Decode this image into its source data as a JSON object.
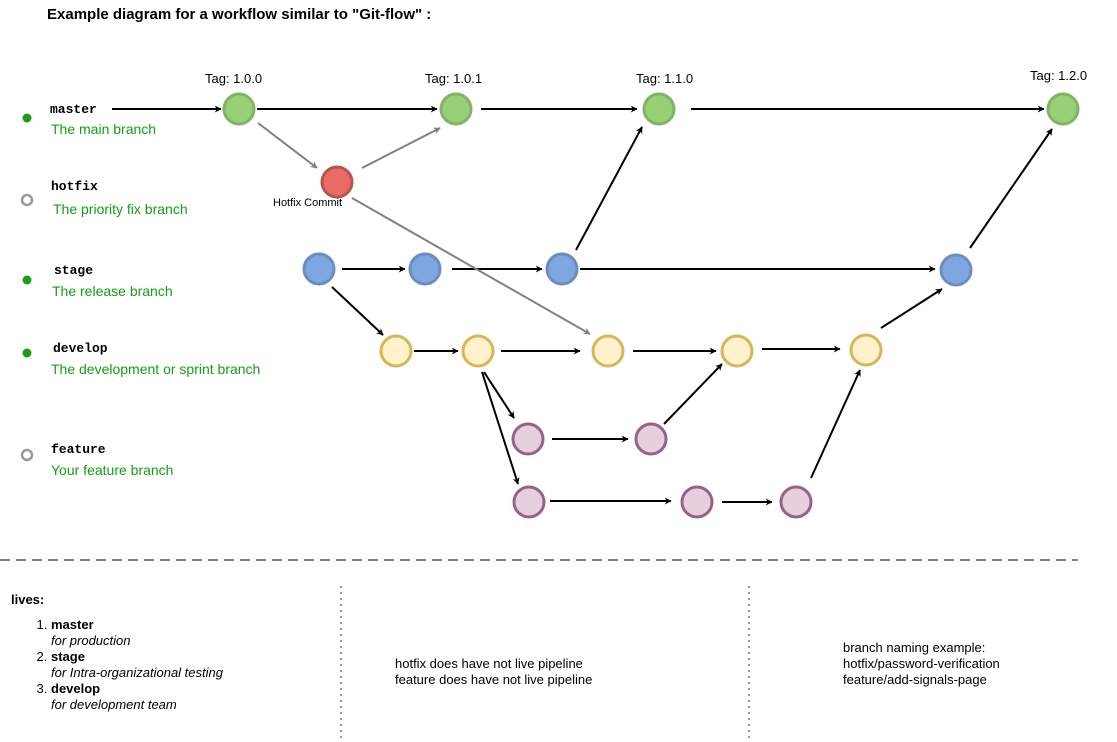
{
  "title": "Example diagram for a workflow similar to \"Git-flow\" :",
  "branches": [
    {
      "name": "master",
      "description": "The main branch",
      "live": true
    },
    {
      "name": "hotfix",
      "description": "The priority fix branch",
      "live": false
    },
    {
      "name": "stage",
      "description": "The release branch",
      "live": true
    },
    {
      "name": "develop",
      "description": "The development or sprint branch",
      "live": true
    },
    {
      "name": "feature",
      "description": "Your feature branch",
      "live": false
    }
  ],
  "tags": [
    "Tag: 1.0.0",
    "Tag: 1.0.1",
    "Tag: 1.1.0",
    "Tag: 1.2.0"
  ],
  "hotfix_label": "Hotfix Commit",
  "colors": {
    "master": "#97d077",
    "hotfix": "#ea6b66",
    "stage": "#7ea6e0",
    "develop": "#fff2cc",
    "feature": "#e6d0de",
    "live_dot": "#1a9e1a",
    "description_text": "#159e15"
  },
  "lives": {
    "title": "lives:",
    "items": [
      {
        "name": "master",
        "note": "for production"
      },
      {
        "name": "stage",
        "note": "for Intra-organizational testing"
      },
      {
        "name": "develop",
        "note": "for development team"
      }
    ]
  },
  "pipeline_notes": [
    "hotfix does have not live pipeline",
    "feature does have not live pipeline"
  ],
  "naming": {
    "title": "branch naming example:",
    "examples": [
      "hotfix/password-verification",
      "feature/add-signals-page"
    ]
  }
}
